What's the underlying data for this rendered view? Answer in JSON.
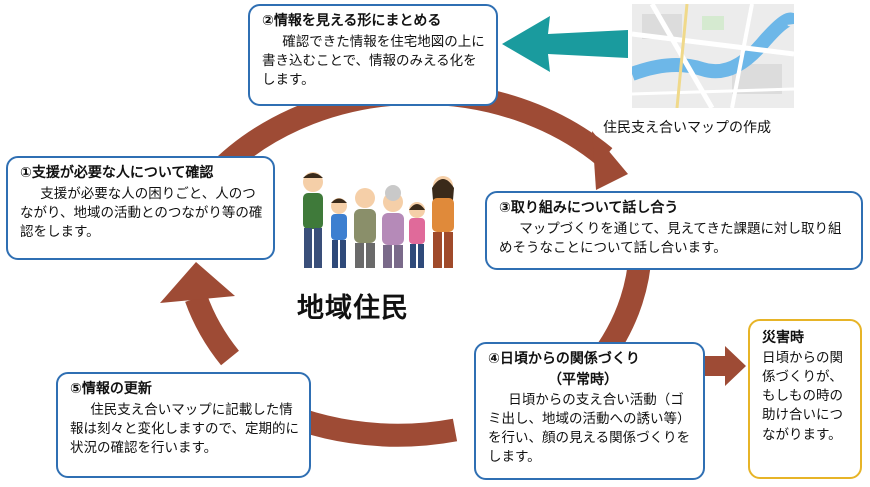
{
  "center": {
    "label": "地域住民"
  },
  "map": {
    "caption": "住民支え合いマップの作成"
  },
  "steps": [
    {
      "title": "①支援が必要な人について確認",
      "body": "支援が必要な人の困りごと、人のつながり、地域の活動とのつながり等の確認をします。"
    },
    {
      "title": "②情報を見える形にまとめる",
      "body": "確認できた情報を住宅地図の上に書き込むことで、情報のみえる化をします。"
    },
    {
      "title": "③取り組みについて話し合う",
      "body": "マップづくりを通じて、見えてきた課題に対し取り組めそうなことについて話し合います。"
    },
    {
      "title": "④日頃からの関係づくり",
      "subtitle": "（平常時）",
      "body": "日頃からの支え合い活動（ゴミ出し、地域の活動への誘い等）を行い、顔の見える関係づくりをします。"
    },
    {
      "title": "⑤情報の更新",
      "body": "住民支え合いマップに記載した情報は刻々と変化しますので、定期的に状況の確認を行います。"
    }
  ],
  "disaster": {
    "title": "災害時",
    "body": "日頃からの関係づくりが、もしもの時の助け合いにつながります。"
  },
  "colors": {
    "cycle_arrow": "#9e4b35",
    "box_border": "#2f6fb3",
    "disaster_border": "#e7b427",
    "map_arrow": "#1a9b9e"
  }
}
